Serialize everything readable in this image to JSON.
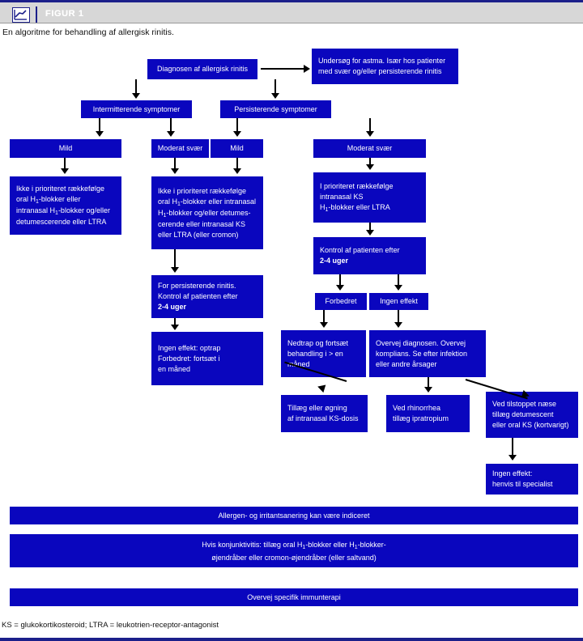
{
  "header": {
    "figure_label": "FIGUR 1",
    "icon": "line-chart-icon",
    "bar_color": "#d7d7d7",
    "accent_color": "#1b1f8a"
  },
  "caption": "En algoritme for behandling af allergisk rinitis.",
  "theme": {
    "box_fill": "#0A06BE",
    "box_text": "#ffffff",
    "connector": "#000000"
  },
  "nodes": {
    "diagnosis": "Diagnosen af allergisk rinitis",
    "asthma": [
      "Undersøg for astma. Især hos patienter",
      "med svær og/eller persisterende rinitis"
    ],
    "intermittent": "Intermitterende symptomer",
    "persistent": "Persisterende symptomer",
    "mild_left": "Mild",
    "moderate_mid": "Moderat svær",
    "mild_mid": "Mild",
    "moderate_right": "Moderat svær",
    "tx_left": [
      "Ikke i prioriteret rækkefølge",
      "oral H1-blokker eller",
      "intranasal H1-blokker og/eller",
      "detumescerende eller LTRA"
    ],
    "tx_mid": [
      "Ikke i prioriteret rækkefølge",
      "oral H1-blokker eller intranasal",
      "H1-blokker og/eller detumes-",
      "cerende eller intranasal KS",
      "eller LTRA (eller cromon)"
    ],
    "tx_right": [
      "I prioriteret rækkefølge",
      "intranasal KS",
      "H1-blokker eller LTRA"
    ],
    "followup_mid": [
      "For persisterende rinitis.",
      "Kontrol af patienten efter",
      "2-4 uger"
    ],
    "outcome_mid": [
      "Ingen effekt: optrap",
      "Forbedret: fortsæt i",
      "en måned"
    ],
    "control_right": [
      "Kontrol af patienten efter",
      "2-4 uger"
    ],
    "improved": "Forbedret",
    "no_effect": "Ingen effekt",
    "taper": [
      "Nedtrap og fortsæt",
      "behandling i > en",
      "måned"
    ],
    "reconsider": [
      "Overvej diagnosen. Overvej",
      "komplians. Se efter infektion",
      "eller andre årsager"
    ],
    "add_ks": [
      "Tillæg eller øgning",
      "af intranasal KS-dosis"
    ],
    "rhinorrhea": [
      "Ved rhinorrhea",
      "tillæg ipratropium"
    ],
    "blocked_nose": [
      "Ved tilstoppet næse",
      "tillæg detumescent",
      "eller oral KS (kortvarigt)"
    ],
    "specialist": [
      "Ingen effekt:",
      "henvis til specialist"
    ]
  },
  "banners": {
    "allergen": [
      "Allergen- og irritantsanering kan være indiceret"
    ],
    "conjunctivitis": [
      "Hvis konjunktivitis: tillæg oral H1-blokker eller H1-blokker-",
      "øjendråber eller cromon-øjendråber (eller saltvand)"
    ],
    "immunotherapy": [
      "Overvej specifik immunterapi"
    ]
  },
  "footnote": "KS = glukokortikosteroid; LTRA = leukotrien-receptor-antagonist"
}
